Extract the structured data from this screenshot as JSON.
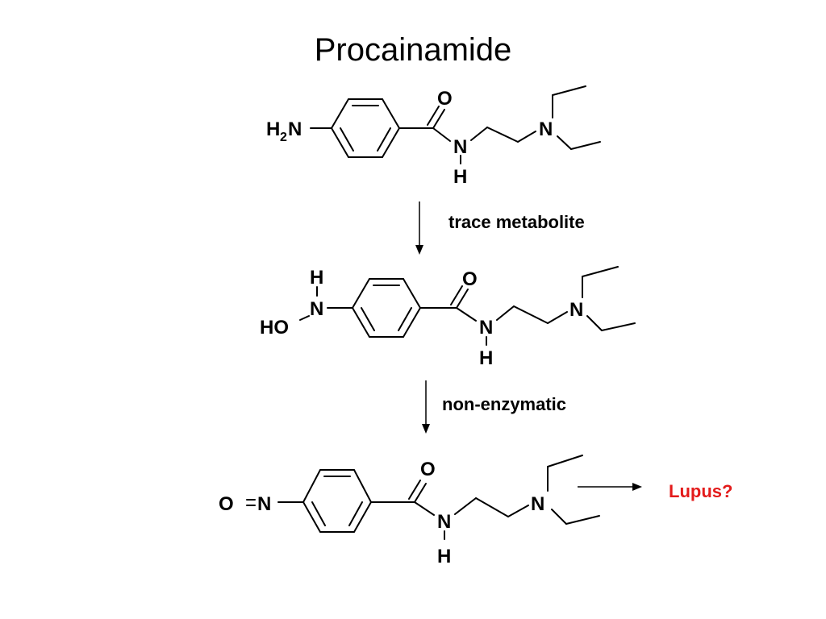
{
  "title": "Procainamide",
  "atoms": {
    "h2n_h": "H",
    "h2n_sub": "2",
    "h2n_n": "N",
    "o": "O",
    "n": "N",
    "h": "H",
    "ho": "HO",
    "o_nitroso": "O",
    "n_nitroso": "N"
  },
  "steps": {
    "step1_label": "trace metabolite",
    "step2_label": "non-enzymatic"
  },
  "outcome": {
    "label": "Lupus?",
    "color": "#e31b1b"
  }
}
